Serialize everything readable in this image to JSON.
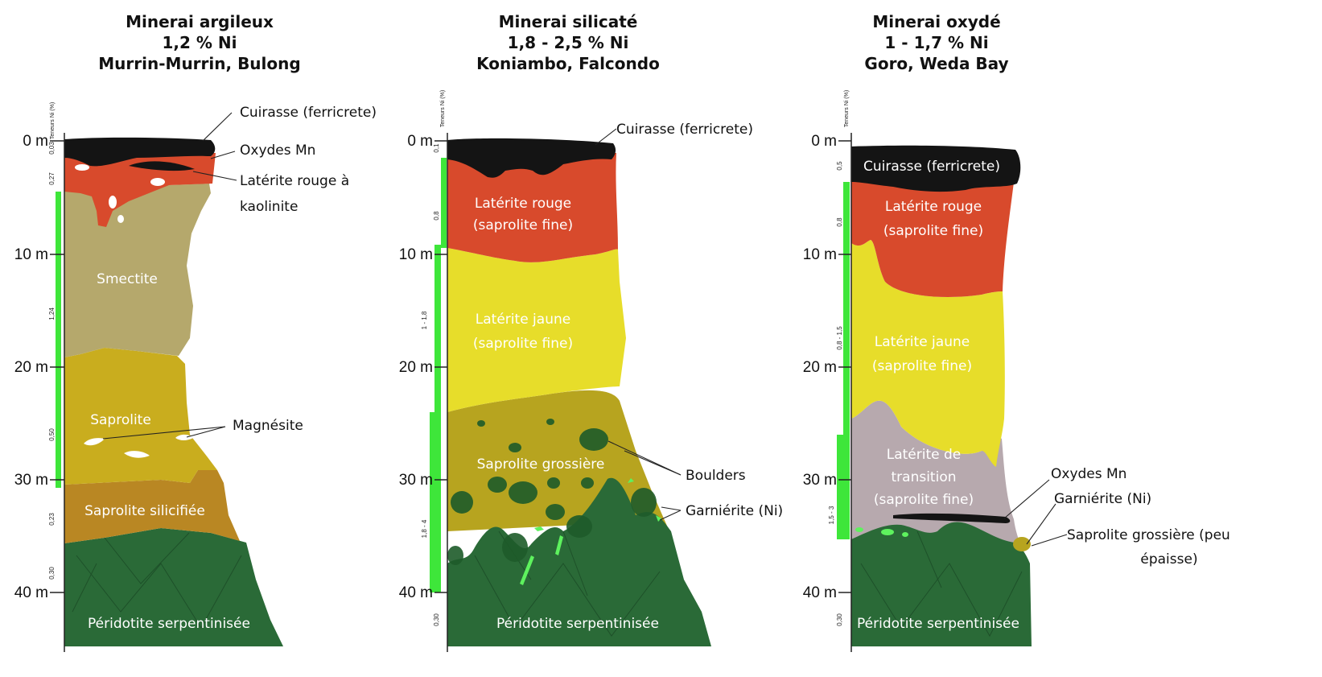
{
  "profiles": [
    {
      "id": "argileux",
      "title": [
        "Minerai argileux",
        "1,2 % Ni",
        "Murrin-Murrin, Bulong"
      ],
      "axis_name": "Teneurs Ni (%)",
      "depth_labels": [
        "0 m",
        "10 m",
        "20 m",
        "30 m",
        "40 m"
      ],
      "grades": [
        "0,03",
        "0,27",
        "1,24",
        "0,50",
        "0,23",
        "0,30"
      ],
      "layer_labels": {
        "smectite": "Smectite",
        "saprolite": "Saprolite",
        "saprolite_silicifiee": "Saprolite silicifiée",
        "peridotite": "Péridotite serpentinisée"
      },
      "callouts": {
        "cuirasse": "Cuirasse (ferricrete)",
        "oxydes_mn": "Oxydes Mn",
        "laterite_rouge": [
          "Latérite rouge à",
          "kaolinite"
        ],
        "magnesite": "Magnésite"
      }
    },
    {
      "id": "silicate",
      "title": [
        "Minerai silicaté",
        "1,8 - 2,5 % Ni",
        "Koniambo, Falcondo"
      ],
      "axis_name": "Teneurs Ni (%)",
      "depth_labels": [
        "0 m",
        "10 m",
        "20 m",
        "30 m",
        "40 m"
      ],
      "grades": [
        "0,1",
        "0,8",
        "1 - 1,8",
        "1,8 - 4",
        "0,30"
      ],
      "layer_labels": {
        "laterite_rouge": [
          "Latérite rouge",
          "(saprolite fine)"
        ],
        "laterite_jaune": [
          "Latérite jaune",
          "(saprolite fine)"
        ],
        "saprolite_grossiere": "Saprolite grossière",
        "peridotite": "Péridotite serpentinisée"
      },
      "callouts": {
        "cuirasse": "Cuirasse (ferricrete)",
        "boulders": "Boulders",
        "garnierite": "Garniérite (Ni)"
      }
    },
    {
      "id": "oxyde",
      "title": [
        "Minerai oxydé",
        "1 - 1,7 % Ni",
        "Goro, Weda Bay"
      ],
      "axis_name": "Teneurs Ni (%)",
      "depth_labels": [
        "0 m",
        "10 m",
        "20 m",
        "30 m",
        "40 m"
      ],
      "grades": [
        "0,5",
        "0,8",
        "0,8 - 1,5",
        "1,5 - 3",
        "0,30"
      ],
      "layer_labels": {
        "cuirasse": "Cuirasse (ferricrete)",
        "laterite_rouge": [
          "Latérite rouge",
          "(saprolite fine)"
        ],
        "laterite_jaune": [
          "Latérite jaune",
          "(saprolite fine)"
        ],
        "laterite_transition": [
          "Latérite de",
          "transition",
          "(saprolite fine)"
        ],
        "peridotite": "Péridotite serpentinisée"
      },
      "callouts": {
        "oxydes_mn": "Oxydes Mn",
        "garnierite": "Garniérite (Ni)",
        "saprolite_grossiere": [
          "Saprolite grossière (peu",
          "épaisse)"
        ]
      }
    }
  ],
  "colors": {
    "cuirasse": "#141414",
    "laterite_rouge": "#d84a2c",
    "laterite_jaune": "#e7dd2a",
    "smectite": "#b5a86c",
    "saprolite": "#c9ad1e",
    "saprolite_silicifiee": "#b98723",
    "saprolite_grossiere": "#b7a41f",
    "transition": "#b7a9ae",
    "peridotite": "#2a6a37",
    "grade_bar": "#3ee63a",
    "garnierite": "#5ef25e"
  }
}
